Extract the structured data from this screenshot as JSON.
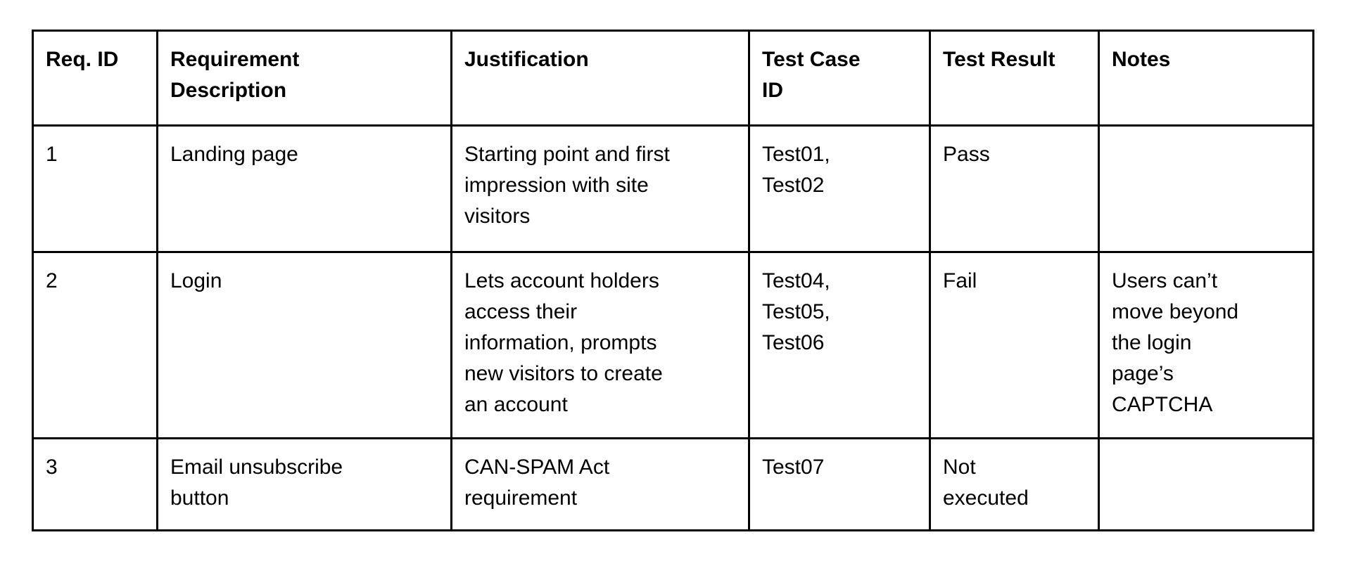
{
  "page": {
    "background_color": "#ffffff",
    "text_color": "#000000",
    "table_border_color": "#000000"
  },
  "table": {
    "headers": [
      "Req. ID",
      "Requirement\nDescription",
      "Justification",
      "Test Case\nID",
      "Test Result",
      "Notes"
    ],
    "rows": [
      {
        "req_id": "1",
        "description": "Landing page",
        "justification": "Starting point and first\nimpression with site\nvisitors",
        "test_case_id": "Test01,\nTest02",
        "test_result": "Pass",
        "notes": ""
      },
      {
        "req_id": "2",
        "description": "Login",
        "justification": "Lets account holders\naccess their\ninformation, prompts\nnew visitors to create\nan account",
        "test_case_id": "Test04,\nTest05,\nTest06",
        "test_result": "Fail",
        "notes": "Users can’t\nmove beyond\nthe login\npage’s\nCAPTCHA"
      },
      {
        "req_id": "3",
        "description": "Email unsubscribe\nbutton",
        "justification": "CAN-SPAM Act\nrequirement",
        "test_case_id": "Test07",
        "test_result": "Not\nexecuted",
        "notes": ""
      }
    ]
  }
}
